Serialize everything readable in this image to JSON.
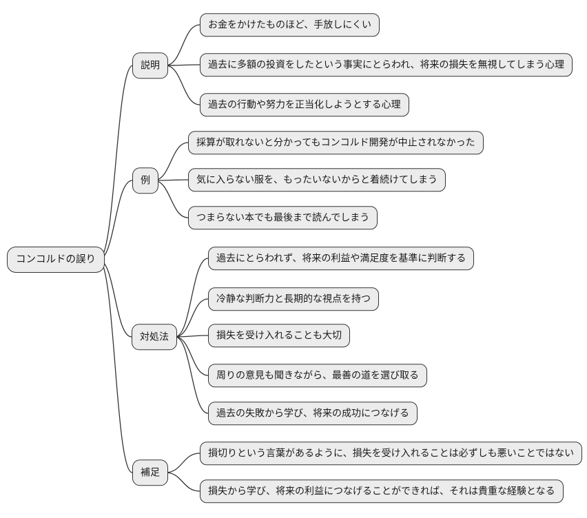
{
  "diagram": {
    "type": "mindmap-flowchart",
    "title": "コンコルドの誤り",
    "colors": {
      "background": "#ffffff",
      "node_fill": "#ececec",
      "node_border": "#333333",
      "edge": "#333333",
      "text": "#1a1a1a"
    },
    "root": {
      "label": "コンコルドの誤り"
    },
    "branches": [
      {
        "label": "説明",
        "children": [
          {
            "label": "お金をかけたものほど、手放しにくい"
          },
          {
            "label": "過去に多額の投資をしたという事実にとらわれ、将来の損失を無視してしまう心理"
          },
          {
            "label": "過去の行動や努力を正当化しようとする心理"
          }
        ]
      },
      {
        "label": "例",
        "children": [
          {
            "label": "採算が取れないと分かってもコンコルド開発が中止されなかった"
          },
          {
            "label": "気に入らない服を、もったいないからと着続けてしまう"
          },
          {
            "label": "つまらない本でも最後まで読んでしまう"
          }
        ]
      },
      {
        "label": "対処法",
        "children": [
          {
            "label": "過去にとらわれず、将来の利益や満足度を基準に判断する"
          },
          {
            "label": "冷静な判断力と長期的な視点を持つ"
          },
          {
            "label": "損失を受け入れることも大切"
          },
          {
            "label": "周りの意見も聞きながら、最善の道を選び取る"
          },
          {
            "label": "過去の失敗から学び、将来の成功につなげる"
          }
        ]
      },
      {
        "label": "補足",
        "children": [
          {
            "label": "損切りという言葉があるように、損失を受け入れることは必ずしも悪いことではない"
          },
          {
            "label": "損失から学び、将来の利益につなげることができれば、それは貴重な経験となる"
          }
        ]
      }
    ]
  }
}
